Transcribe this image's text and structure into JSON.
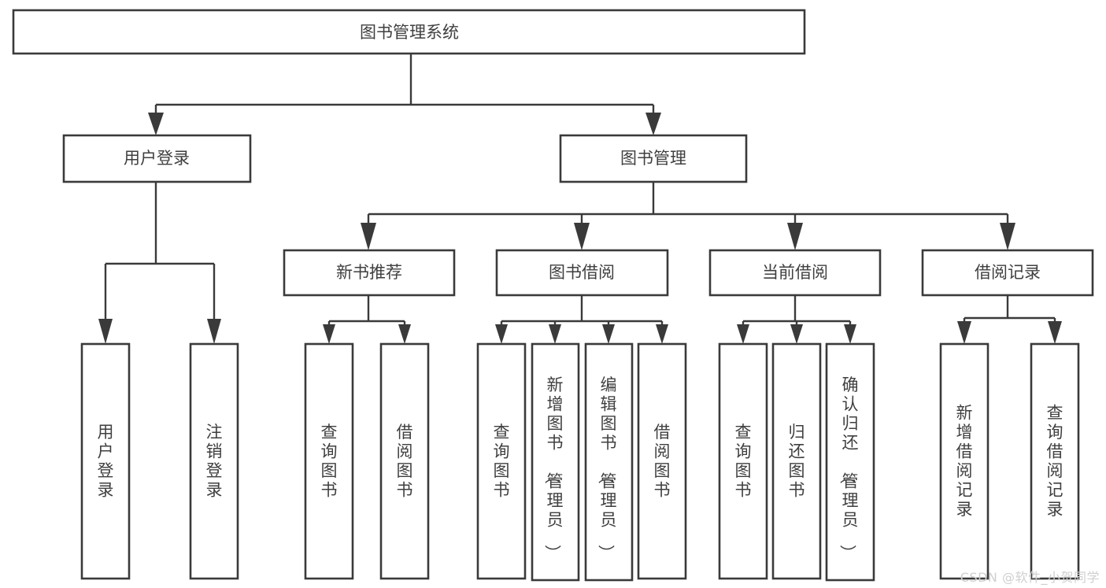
{
  "diagram": {
    "type": "tree",
    "title_node": {
      "id": "root",
      "label": "图书管理系统"
    },
    "level2": [
      {
        "id": "user-login",
        "label": "用户登录"
      },
      {
        "id": "book-mgmt",
        "label": "图书管理"
      }
    ],
    "level3": [
      {
        "id": "new-book-rec",
        "label": "新书推荐",
        "parent": "book-mgmt"
      },
      {
        "id": "book-borrow",
        "label": "图书借阅",
        "parent": "book-mgmt"
      },
      {
        "id": "current-borrow",
        "label": "当前借阅",
        "parent": "book-mgmt"
      },
      {
        "id": "borrow-record",
        "label": "借阅记录",
        "parent": "book-mgmt"
      }
    ],
    "leaves": {
      "user-login": [
        {
          "id": "leaf-user-login",
          "label": "用户登录"
        },
        {
          "id": "leaf-user-logout",
          "label": "注销登录"
        }
      ],
      "new-book-rec": [
        {
          "id": "leaf-query-book-1",
          "label": "查询图书"
        },
        {
          "id": "leaf-borrow-book-1",
          "label": "借阅图书"
        }
      ],
      "book-borrow": [
        {
          "id": "leaf-query-book-2",
          "label": "查询图书"
        },
        {
          "id": "leaf-add-book",
          "label": "新增图书（管理员）"
        },
        {
          "id": "leaf-edit-book",
          "label": "编辑图书（管理员）"
        },
        {
          "id": "leaf-borrow-book-2",
          "label": "借阅图书"
        }
      ],
      "current-borrow": [
        {
          "id": "leaf-query-book-3",
          "label": "查询图书"
        },
        {
          "id": "leaf-return-book",
          "label": "归还图书"
        },
        {
          "id": "leaf-confirm-return",
          "label": "确认归还（管理员）"
        }
      ],
      "borrow-record": [
        {
          "id": "leaf-add-record",
          "label": "新增借阅记录"
        },
        {
          "id": "leaf-query-record",
          "label": "查询借阅记录"
        }
      ]
    },
    "colors": {
      "stroke": "#3a3a3a",
      "text": "#3f3f3f",
      "fill": "#ffffff",
      "watermark": "#cfcfcf"
    }
  },
  "watermark": {
    "text": "CSDN @软件_小贺同学"
  }
}
